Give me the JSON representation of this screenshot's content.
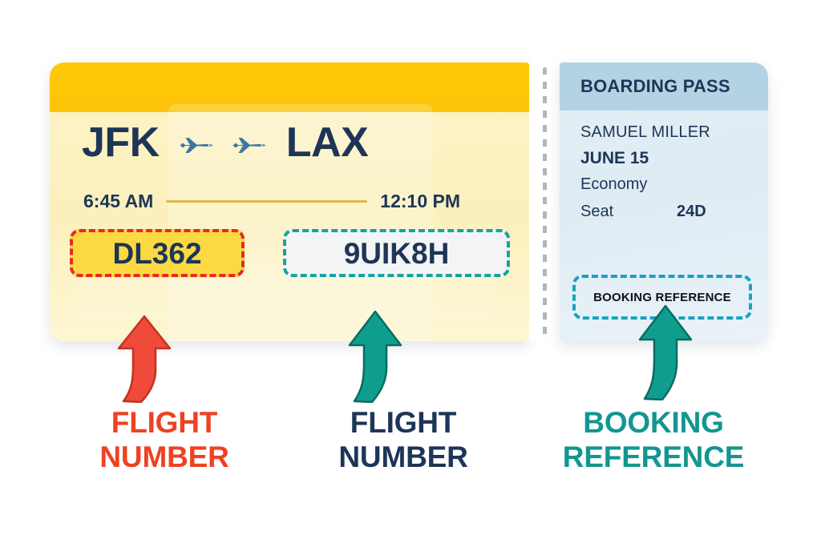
{
  "page": {
    "background_color": "#ffffff",
    "title": "Boarding pass annotated diagram"
  },
  "ticket": {
    "band_color": "#ffc907",
    "body_color": "#fbf0bc",
    "route": {
      "origin": "JFK",
      "destination": "LAX",
      "plane_icon_1": "airplane-icon",
      "plane_icon_2": "airplane-icon"
    },
    "times": {
      "departure": "6:45 AM",
      "arrival": "12:10 PM"
    },
    "codes": {
      "flight_number": "DL362",
      "flight_number_border_color": "#e8282a",
      "flight_number_fill_color": "#fbd943",
      "booking_reference": "9UIK8H",
      "booking_reference_border_color": "#17a2a2",
      "booking_reference_fill_color": "#f3f4f5"
    }
  },
  "stub": {
    "header": "BOARDING PASS",
    "header_color": "#b3d3e4",
    "passenger_name": "SAMUEL MILLER",
    "date": "JUNE 15",
    "cabin_class": "Economy",
    "seat_label": "Seat",
    "seat_value": "24D",
    "reference_box_label": "BOOKING REFERENCE",
    "reference_box_border_color": "#17a2c2"
  },
  "annotations": [
    {
      "id": "flight-number-red",
      "arrow_icon": "curved-up-arrow-icon",
      "arrow_color": "#ef4a3a",
      "label_line1": "FLIGHT",
      "label_line2": "NUMBER",
      "label_color": "#ef4123"
    },
    {
      "id": "flight-number-navy",
      "arrow_icon": "curved-up-arrow-icon",
      "arrow_color": "#0f9e8e",
      "label_line1": "FLIGHT",
      "label_line2": "NUMBER",
      "label_color": "#1d3557"
    },
    {
      "id": "booking-reference-teal",
      "arrow_icon": "curved-up-arrow-icon",
      "arrow_color": "#0f9e8e",
      "label_line1": "BOOKING",
      "label_line2": "REFERENCE",
      "label_color": "#13968f"
    }
  ]
}
